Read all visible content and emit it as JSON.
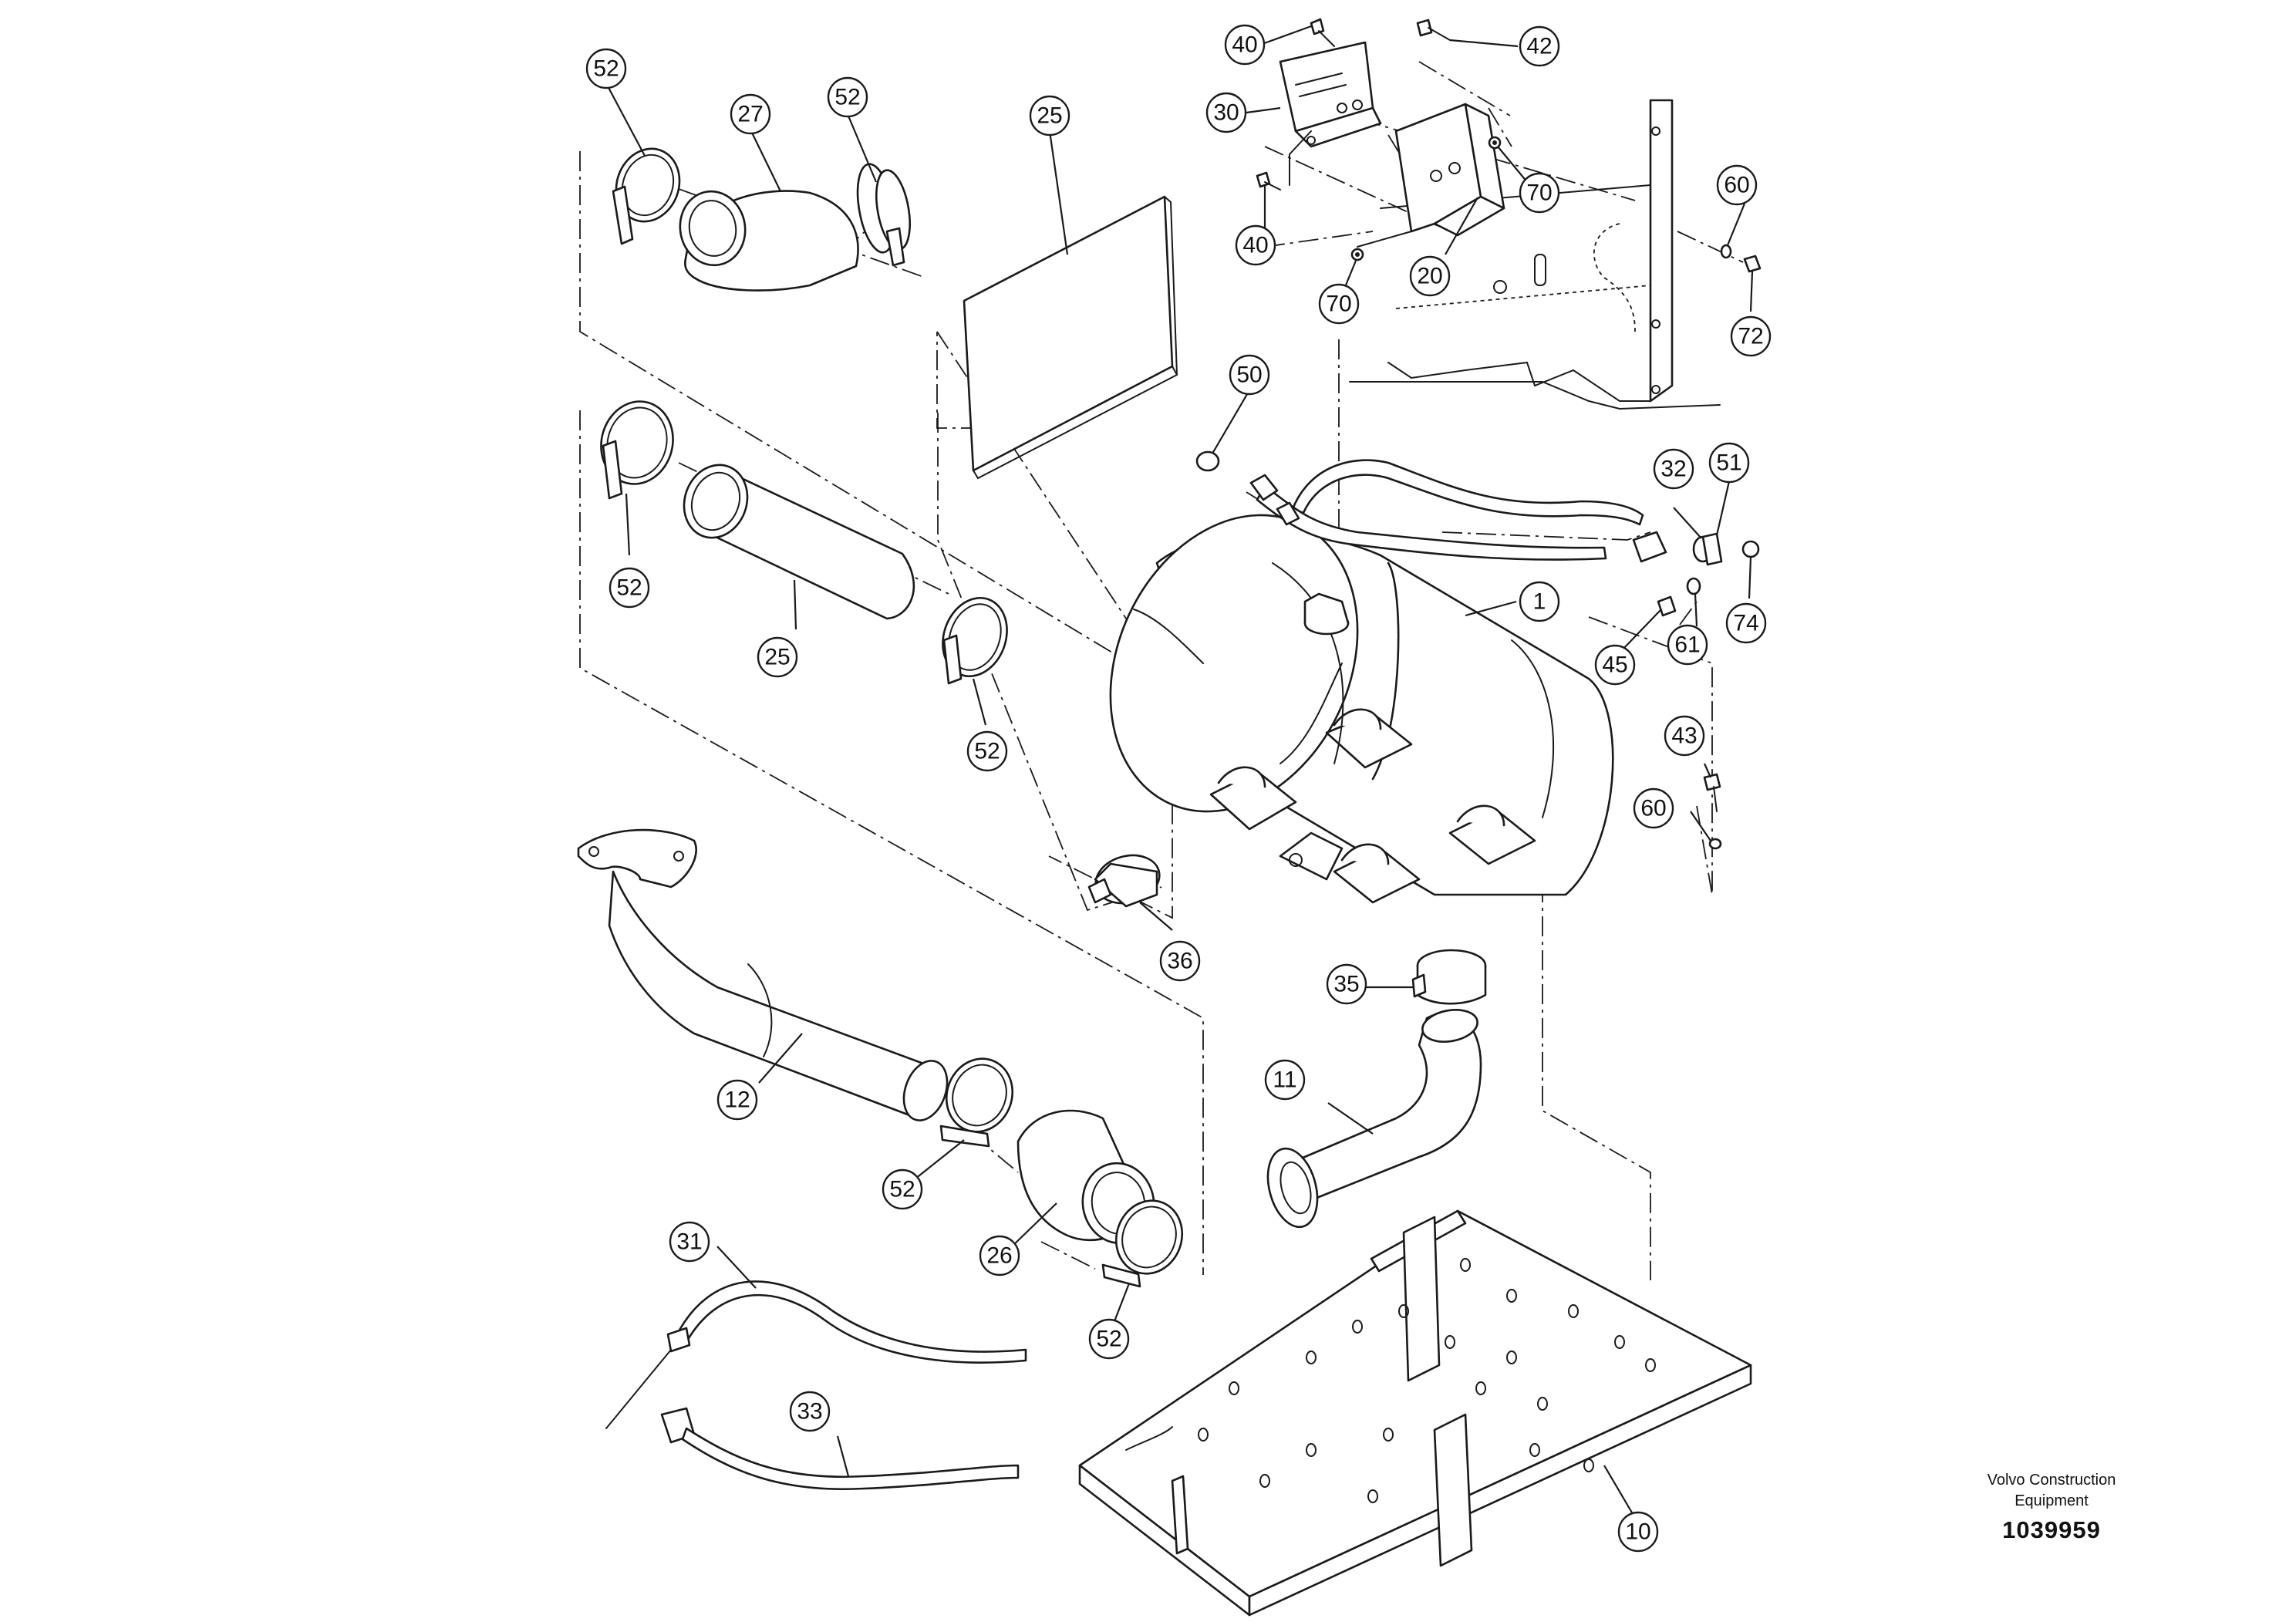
{
  "callouts": [
    {
      "id": "c52a",
      "label": "52"
    },
    {
      "id": "c27",
      "label": "27"
    },
    {
      "id": "c52b",
      "label": "52"
    },
    {
      "id": "c25a",
      "label": "25"
    },
    {
      "id": "c40a",
      "label": "40"
    },
    {
      "id": "c42",
      "label": "42"
    },
    {
      "id": "c30",
      "label": "30"
    },
    {
      "id": "c70a",
      "label": "70"
    },
    {
      "id": "c60a",
      "label": "60"
    },
    {
      "id": "c40b",
      "label": "40"
    },
    {
      "id": "c20",
      "label": "20"
    },
    {
      "id": "c70b",
      "label": "70"
    },
    {
      "id": "c72",
      "label": "72"
    },
    {
      "id": "c50",
      "label": "50"
    },
    {
      "id": "c32",
      "label": "32"
    },
    {
      "id": "c51",
      "label": "51"
    },
    {
      "id": "c52c",
      "label": "52"
    },
    {
      "id": "c1",
      "label": "1"
    },
    {
      "id": "c74",
      "label": "74"
    },
    {
      "id": "c61",
      "label": "61"
    },
    {
      "id": "c45",
      "label": "45"
    },
    {
      "id": "c25b",
      "label": "25"
    },
    {
      "id": "c52d",
      "label": "52"
    },
    {
      "id": "c43",
      "label": "43"
    },
    {
      "id": "c60b",
      "label": "60"
    },
    {
      "id": "c36",
      "label": "36"
    },
    {
      "id": "c35",
      "label": "35"
    },
    {
      "id": "c11",
      "label": "11"
    },
    {
      "id": "c12",
      "label": "12"
    },
    {
      "id": "c52e",
      "label": "52"
    },
    {
      "id": "c26",
      "label": "26"
    },
    {
      "id": "c31",
      "label": "31"
    },
    {
      "id": "c52f",
      "label": "52"
    },
    {
      "id": "c33",
      "label": "33"
    },
    {
      "id": "c10",
      "label": "10"
    }
  ],
  "branding": {
    "line1": "Volvo Construction",
    "line2": "Equipment",
    "drawing_number": "1039959"
  }
}
